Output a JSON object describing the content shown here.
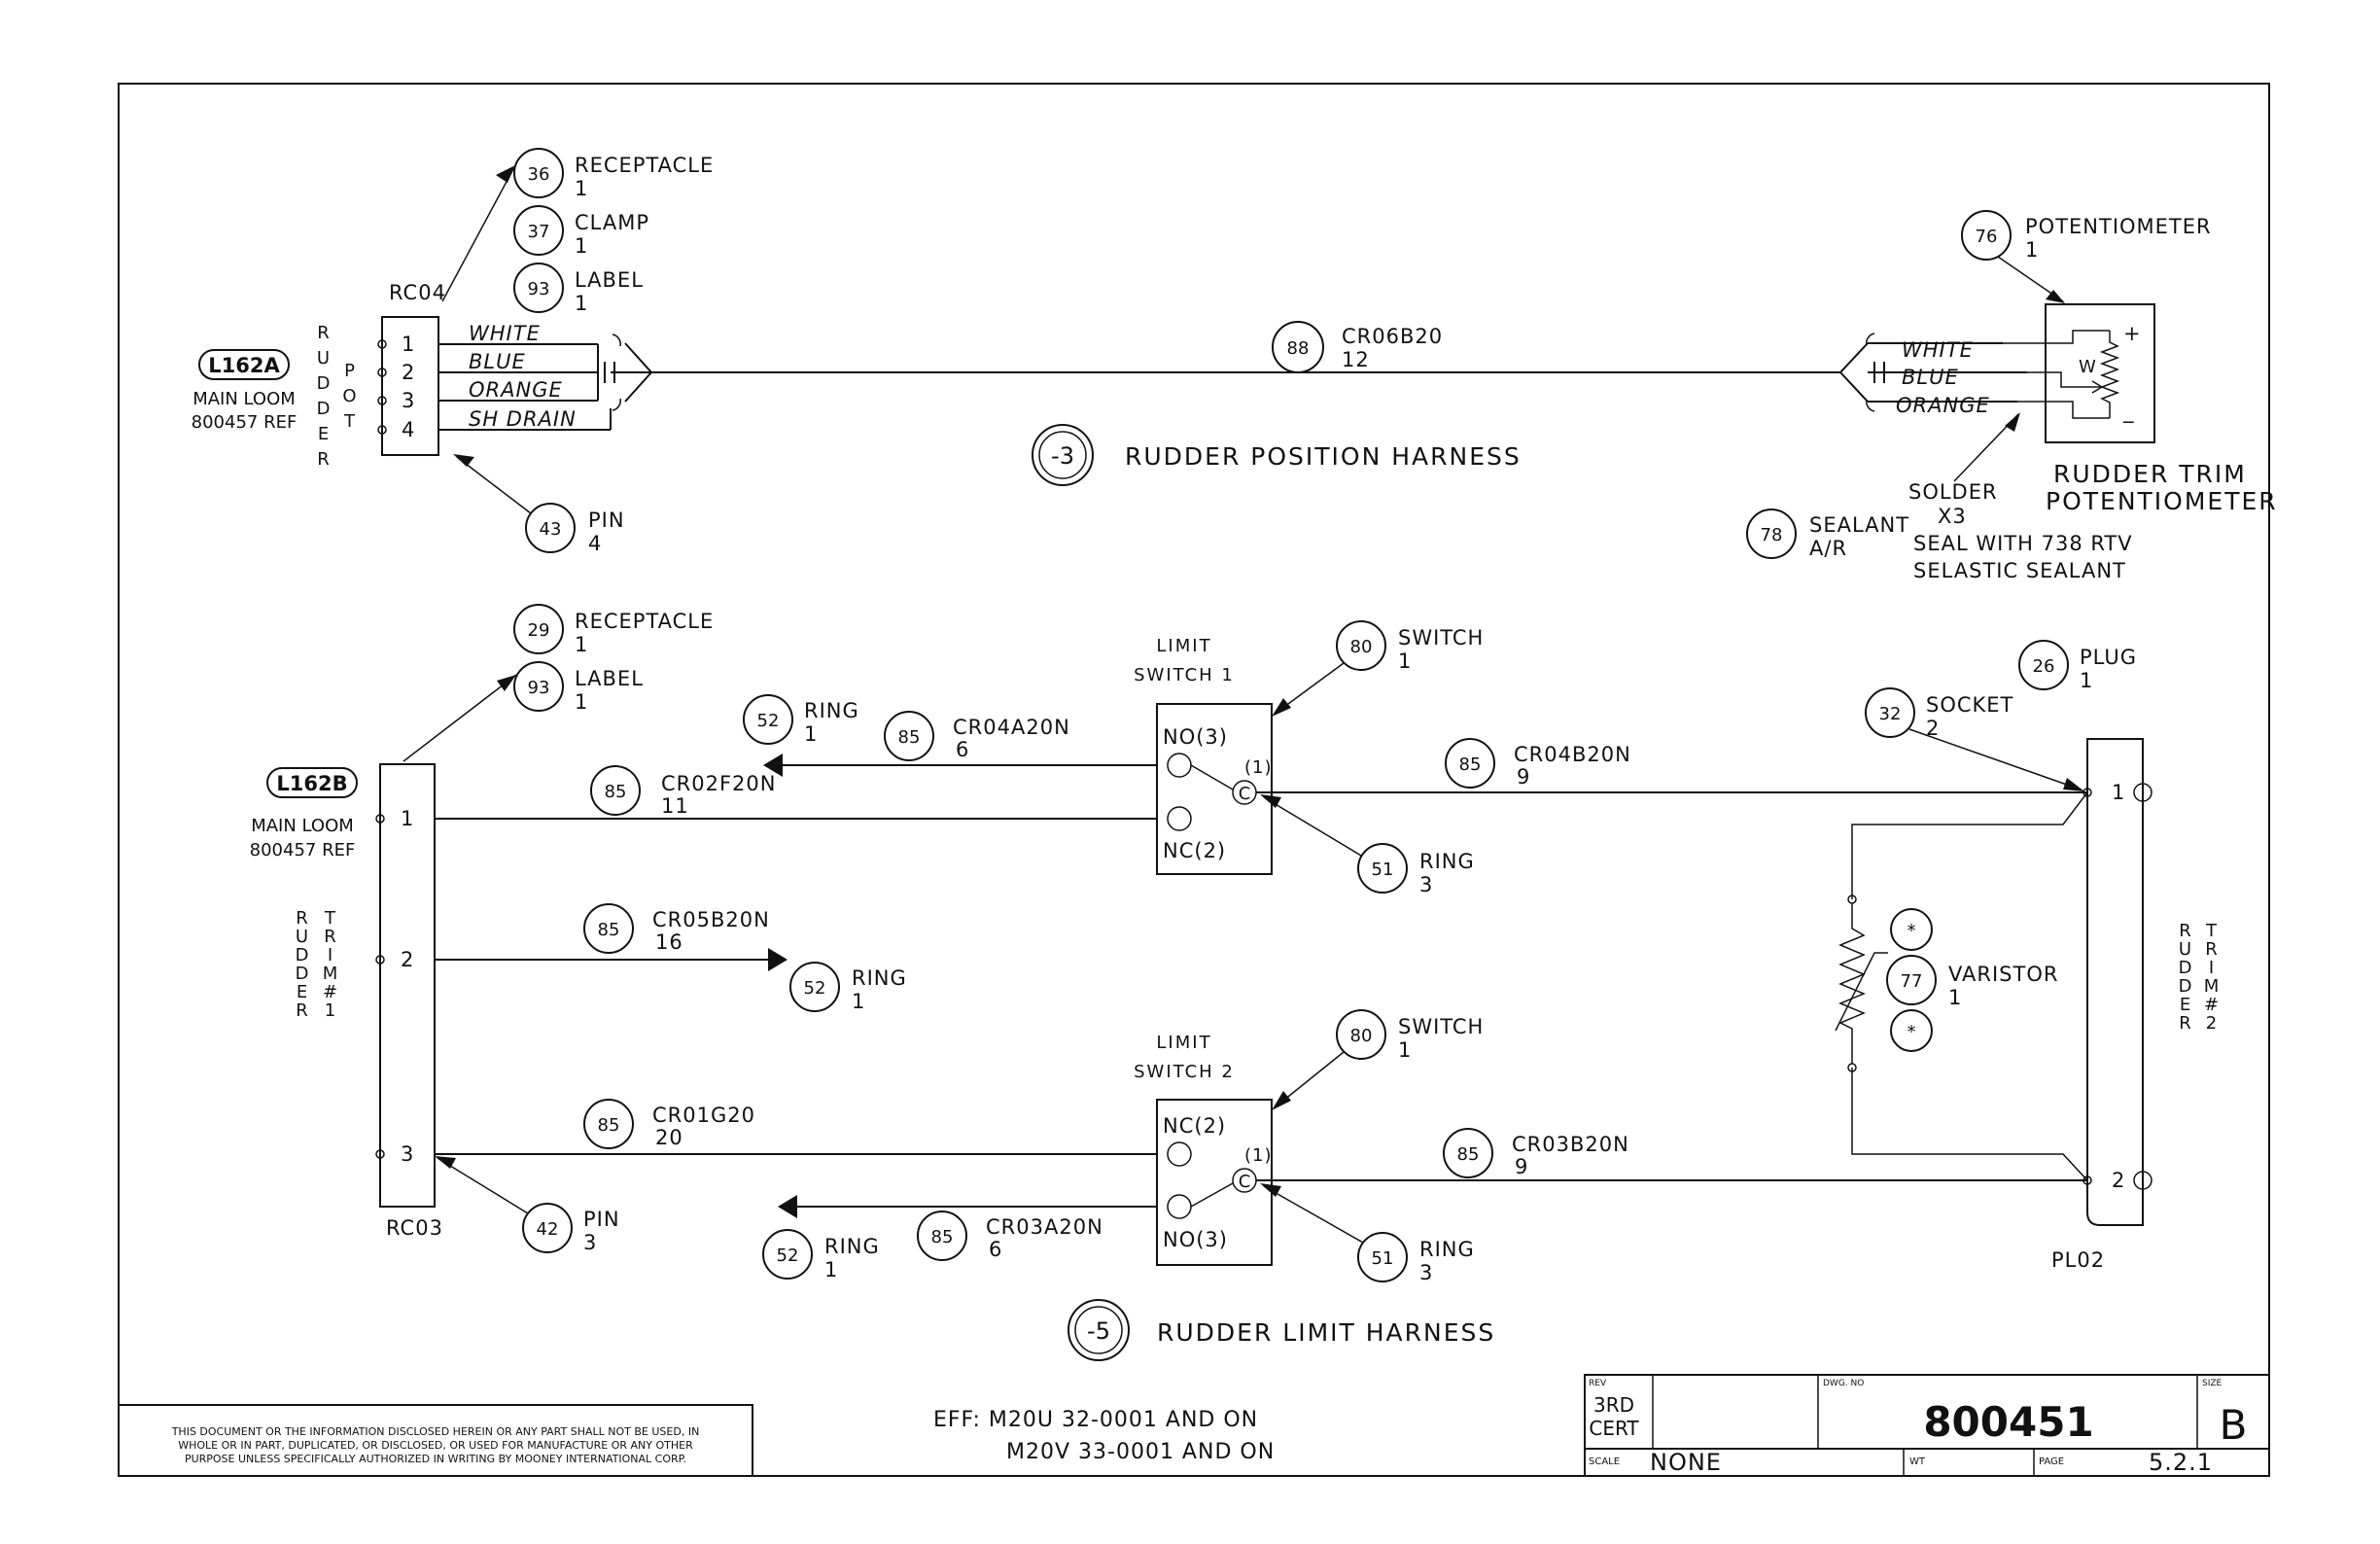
{
  "harness_3": {
    "title": "RUDDER POSITION HARNESS",
    "callout": "-3",
    "loom": {
      "tag": "L162A",
      "line1": "MAIN LOOM",
      "line2": "800457 REF"
    },
    "connector_label": "RC04",
    "vertical_label": "RUDDER POT",
    "pins": [
      "1",
      "2",
      "3",
      "4"
    ],
    "wires": [
      "WHITE",
      "BLUE",
      "ORANGE",
      "SH DRAIN"
    ],
    "pot_wires": [
      "WHITE",
      "BLUE",
      "ORANGE"
    ],
    "wiper_label": "W",
    "plus": "+",
    "minus": "_",
    "main_wire": {
      "num": "88",
      "code": "CR06B20",
      "qty": "12"
    },
    "parts": [
      {
        "num": "36",
        "name": "RECEPTACLE",
        "qty": "1"
      },
      {
        "num": "37",
        "name": "CLAMP",
        "qty": "1"
      },
      {
        "num": "93",
        "name": "LABEL",
        "qty": "1"
      },
      {
        "num": "43",
        "name": "PIN",
        "qty": "4"
      },
      {
        "num": "76",
        "name": "POTENTIOMETER",
        "qty": "1"
      },
      {
        "num": "78",
        "name": "SEALANT",
        "qty": "A/R"
      }
    ],
    "pot_title": [
      "RUDDER TRIM",
      "POTENTIOMETER"
    ],
    "notes": [
      "SOLDER",
      "X3",
      "SEAL WITH 738 RTV",
      "SELASTIC SEALANT"
    ]
  },
  "harness_5": {
    "title": "RUDDER LIMIT HARNESS",
    "callout": "-5",
    "loom": {
      "tag": "L162B",
      "line1": "MAIN LOOM",
      "line2": "800457 REF"
    },
    "connector_label": "RC03",
    "vertical_label": "RUDDER TRIM #1",
    "pins": [
      "1",
      "2",
      "3"
    ],
    "plug_label": "PL02",
    "plug_vertical_label": "RUDDER TRIM #2",
    "plug_pins": [
      "1",
      "2"
    ],
    "switch1": {
      "title": [
        "LIMIT",
        "SWITCH 1"
      ],
      "no": "NO(3)",
      "nc": "NC(2)",
      "c": "C",
      "com": "(1)"
    },
    "switch2": {
      "title": [
        "LIMIT",
        "SWITCH 2"
      ],
      "no": "NO(3)",
      "nc": "NC(2)",
      "c": "C",
      "com": "(1)"
    },
    "wires": [
      {
        "num": "85",
        "code": "CR04A20N",
        "qty": "6"
      },
      {
        "num": "85",
        "code": "CR02F20N",
        "qty": "11"
      },
      {
        "num": "85",
        "code": "CR04B20N",
        "qty": "9"
      },
      {
        "num": "85",
        "code": "CR05B20N",
        "qty": "16"
      },
      {
        "num": "85",
        "code": "CR01G20",
        "qty": "20"
      },
      {
        "num": "85",
        "code": "CR03B20N",
        "qty": "9"
      },
      {
        "num": "85",
        "code": "CR03A20N",
        "qty": "6"
      }
    ],
    "parts": [
      {
        "num": "29",
        "name": "RECEPTACLE",
        "qty": "1"
      },
      {
        "num": "93",
        "name": "LABEL",
        "qty": "1"
      },
      {
        "num": "52",
        "name": "RING",
        "qty": "1"
      },
      {
        "num": "52",
        "name": "RING",
        "qty": "1"
      },
      {
        "num": "52",
        "name": "RING",
        "qty": "1"
      },
      {
        "num": "80",
        "name": "SWITCH",
        "qty": "1"
      },
      {
        "num": "80",
        "name": "SWITCH",
        "qty": "1"
      },
      {
        "num": "51",
        "name": "RING",
        "qty": "3"
      },
      {
        "num": "51",
        "name": "RING",
        "qty": "3"
      },
      {
        "num": "42",
        "name": "PIN",
        "qty": "3"
      },
      {
        "num": "26",
        "name": "PLUG",
        "qty": "1"
      },
      {
        "num": "32",
        "name": "SOCKET",
        "qty": "2"
      },
      {
        "num": "77",
        "name": "VARISTOR",
        "qty": "1"
      }
    ],
    "star": "*"
  },
  "effectivity": [
    "EFF: M20U 32-0001 AND ON",
    "M20V 33-0001 AND ON"
  ],
  "disclaimer": [
    "THIS DOCUMENT OR THE INFORMATION DISCLOSED HEREIN OR ANY PART SHALL NOT BE USED, IN",
    "WHOLE OR IN PART, DUPLICATED, OR DISCLOSED, OR USED FOR MANUFACTURE OR ANY OTHER",
    "PURPOSE UNLESS SPECIFICALLY AUTHORIZED IN WRITING BY MOONEY INTERNATIONAL CORP."
  ],
  "title_block": {
    "rev_label": "REV",
    "rev_lines": [
      "3RD",
      "CERT"
    ],
    "dwg_label": "DWG. NO",
    "dwg_no": "800451",
    "size_label": "SIZE",
    "size": "B",
    "scale_label": "SCALE",
    "scale": "NONE",
    "wt_label": "WT",
    "page_label": "PAGE",
    "page": "5.2.1"
  }
}
